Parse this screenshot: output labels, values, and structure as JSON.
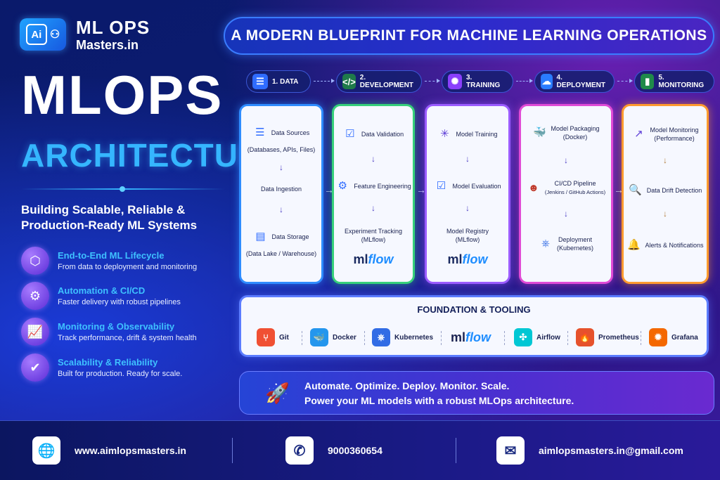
{
  "logo": {
    "badge": "Ai",
    "line1": "ML OPS",
    "line2": "Masters.in"
  },
  "title": {
    "main": "MLOPS",
    "sub": "ARCHITECTURE",
    "tagline": "Building Scalable, Reliable & Production-Ready ML Systems"
  },
  "banner": "A MODERN BLUEPRINT FOR MACHINE LEARNING OPERATIONS",
  "features": [
    {
      "title": "End-to-End ML Lifecycle",
      "desc": "From data to deployment and monitoring",
      "icon": "cube-icon"
    },
    {
      "title": "Automation & CI/CD",
      "desc": "Faster delivery with robust pipelines",
      "icon": "gear-icon"
    },
    {
      "title": "Monitoring & Observability",
      "desc": "Track performance, drift & system health",
      "icon": "chart-icon"
    },
    {
      "title": "Scalability & Reliability",
      "desc": "Built for production. Ready for scale.",
      "icon": "shield-icon"
    }
  ],
  "stages": [
    {
      "label": "1. DATA",
      "color": "#2f6cff"
    },
    {
      "label": "2. DEVELOPMENT",
      "color": "#2fbf71"
    },
    {
      "label": "3. TRAINING",
      "color": "#8a3ffc"
    },
    {
      "label": "4. DEPLOYMENT",
      "color": "#2a7cff"
    },
    {
      "label": "5. MONITORING",
      "color": "#2fbf71"
    }
  ],
  "columns": {
    "data": {
      "s1": "Data Sources",
      "s1b": "(Databases, APIs, Files)",
      "s2": "Data Ingestion",
      "s3": "Data Storage",
      "s3b": "(Data Lake / Warehouse)"
    },
    "dev": {
      "s1": "Data Validation",
      "s2": "Feature Engineering",
      "s3": "Experiment Tracking",
      "s3b": "(MLflow)",
      "logo_a": "ml",
      "logo_b": "flow"
    },
    "training": {
      "s1": "Model Training",
      "s2": "Model Evaluation",
      "s3": "Model Registry",
      "s3b": "(MLflow)",
      "logo_a": "ml",
      "logo_b": "flow"
    },
    "deployment": {
      "s1": "Model Packaging",
      "s1b": "(Docker)",
      "s2": "CI/CD Pipeline",
      "s2b": "(Jenkins / GitHub Actions)",
      "s3": "Deployment",
      "s3b": "(Kubernetes)"
    },
    "monitoring": {
      "s1": "Model Monitoring",
      "s1b": "(Performance)",
      "s2": "Data Drift Detection",
      "s3": "Alerts & Notifications"
    }
  },
  "foundation": {
    "title": "FOUNDATION & TOOLING",
    "tools": [
      {
        "name": "Git",
        "color": "#f05033"
      },
      {
        "name": "Docker",
        "color": "#2496ed"
      },
      {
        "name": "Kubernetes",
        "color": "#326ce5"
      },
      {
        "name": "Airflow",
        "color": "#00c7d4"
      },
      {
        "name": "Prometheus",
        "color": "#e6522c"
      },
      {
        "name": "Grafana",
        "color": "#f46800"
      }
    ],
    "mlflow_a": "ml",
    "mlflow_b": "flow"
  },
  "cta": {
    "line1": "Automate. Optimize. Deploy. Monitor. Scale.",
    "line2": "Power your ML models with a robust MLOps architecture."
  },
  "footer": {
    "website": "www.aimlopsmasters.in",
    "phone": "9000360654",
    "email": "aimlopsmasters.in@gmail.com"
  }
}
